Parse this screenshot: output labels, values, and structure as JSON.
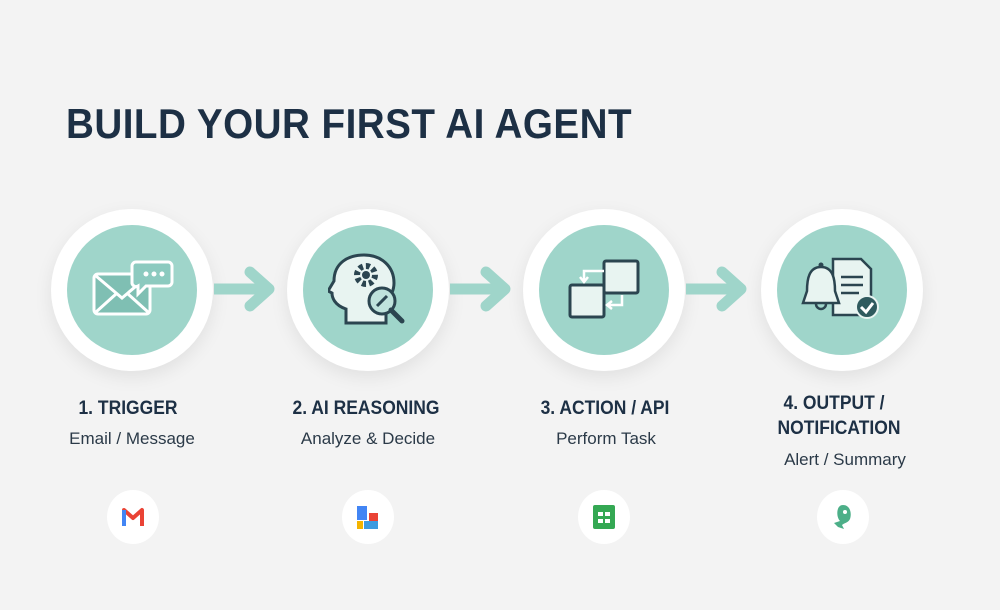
{
  "title": "BUILD YOUR FIRST AI AGENT",
  "colors": {
    "accent": "#9fd5ca",
    "arrow": "#9fd5ca",
    "dark": "#1d3045"
  },
  "steps": [
    {
      "title": "1. TRIGGER",
      "subtitle": "Email / Message",
      "icon": "email-chat-icon",
      "logo": "gmail-logo-icon"
    },
    {
      "title": "2. AI REASONING",
      "subtitle": "Analyze & Decide",
      "icon": "head-gear-search-icon",
      "logo": "multicolor-blocks-logo-icon"
    },
    {
      "title": "3. ACTION / API",
      "subtitle": "Perform Task",
      "icon": "swap-squares-icon",
      "logo": "google-sheets-logo-icon"
    },
    {
      "title_line1": "4. OUTPUT /",
      "title_line2": "NOTIFICATION",
      "subtitle": "Alert / Summary",
      "icon": "bell-document-check-icon",
      "logo": "green-bird-logo-icon"
    }
  ]
}
